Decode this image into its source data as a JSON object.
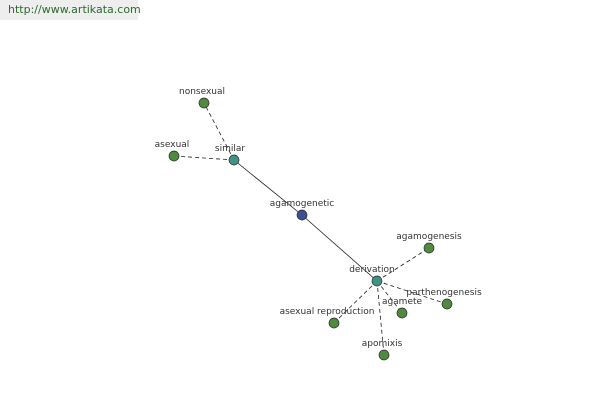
{
  "site_url": "http://www.artikata.com",
  "colors": {
    "url_text": "#2a6b2a",
    "center_node": "#3c4f93",
    "hub_node": "#3f9286",
    "leaf_node": "#4f8a3e",
    "edge": "#222222"
  },
  "graph": {
    "nodes": [
      {
        "id": "agamogenetic",
        "label": "agamogenetic",
        "kind": "center"
      },
      {
        "id": "similar",
        "label": "similar",
        "kind": "hub"
      },
      {
        "id": "derivation",
        "label": "derivation",
        "kind": "hub"
      },
      {
        "id": "nonsexual",
        "label": "nonsexual",
        "kind": "leaf"
      },
      {
        "id": "asexual",
        "label": "asexual",
        "kind": "leaf"
      },
      {
        "id": "agamogenesis",
        "label": "agamogenesis",
        "kind": "leaf"
      },
      {
        "id": "parthenogenesis",
        "label": "parthenogenesis",
        "kind": "leaf"
      },
      {
        "id": "agamete",
        "label": "agamete",
        "kind": "leaf"
      },
      {
        "id": "asexual-reproduction",
        "label": "asexual reproduction",
        "kind": "leaf"
      },
      {
        "id": "apomixis",
        "label": "apomixis",
        "kind": "leaf"
      }
    ],
    "edges": [
      {
        "from": "agamogenetic",
        "to": "similar",
        "style": "solid"
      },
      {
        "from": "agamogenetic",
        "to": "derivation",
        "style": "solid"
      },
      {
        "from": "similar",
        "to": "nonsexual",
        "style": "dashed"
      },
      {
        "from": "similar",
        "to": "asexual",
        "style": "dashed"
      },
      {
        "from": "derivation",
        "to": "agamogenesis",
        "style": "dashed"
      },
      {
        "from": "derivation",
        "to": "parthenogenesis",
        "style": "dashed"
      },
      {
        "from": "derivation",
        "to": "agamete",
        "style": "dashed"
      },
      {
        "from": "derivation",
        "to": "asexual-reproduction",
        "style": "dashed"
      },
      {
        "from": "derivation",
        "to": "apomixis",
        "style": "dashed"
      }
    ]
  }
}
